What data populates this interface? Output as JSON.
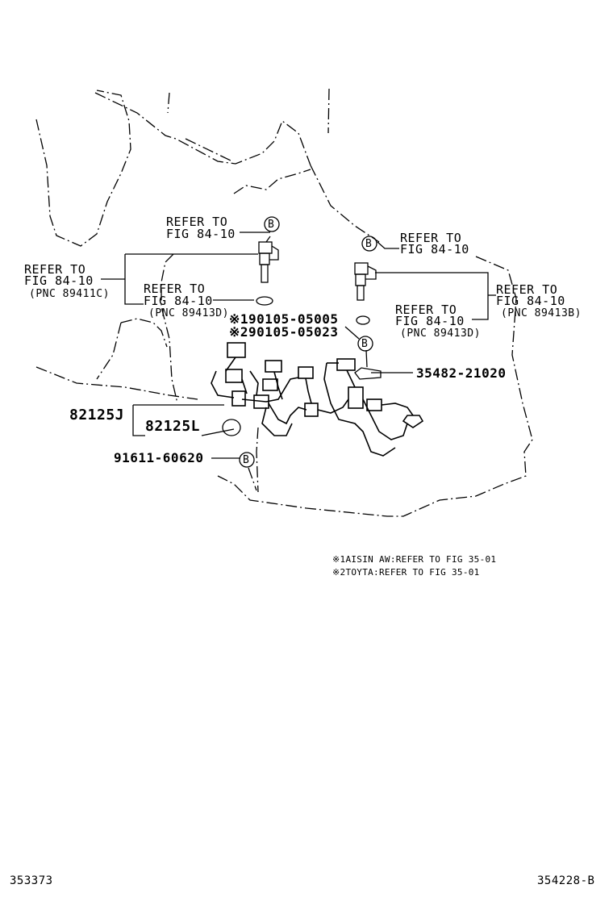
{
  "callouts": {
    "top_left": {
      "l1": "REFER TO",
      "l2": "FIG 84-10"
    },
    "left": {
      "l1": "REFER TO",
      "l2": "FIG 84-10",
      "pnc": "(PNC 89411C)"
    },
    "mid_left": {
      "l1": "REFER TO",
      "l2": "FIG 84-10",
      "pnc": "(PNC 89413D)"
    },
    "top_right": {
      "l1": "REFER TO",
      "l2": "FIG 84-10"
    },
    "right": {
      "l1": "REFER TO",
      "l2": "FIG 84-10",
      "pnc": "(PNC 89413B)"
    },
    "mid_right": {
      "l1": "REFER TO",
      "l2": "FIG 84-10",
      "pnc": "(PNC 89413D)"
    }
  },
  "parts": {
    "p1": "※190105-05005",
    "p2": "※290105-05023",
    "p3": "35482-21020",
    "p4": "82125J",
    "p5": "82125L",
    "p6": "91611-60620"
  },
  "marker": "B",
  "notes": {
    "n1": "※1AISIN AW:REFER TO FIG 35-01",
    "n2": "※2TOYTA:REFER TO FIG 35-01"
  },
  "footer": {
    "left": "353373",
    "right": "354228-B"
  }
}
